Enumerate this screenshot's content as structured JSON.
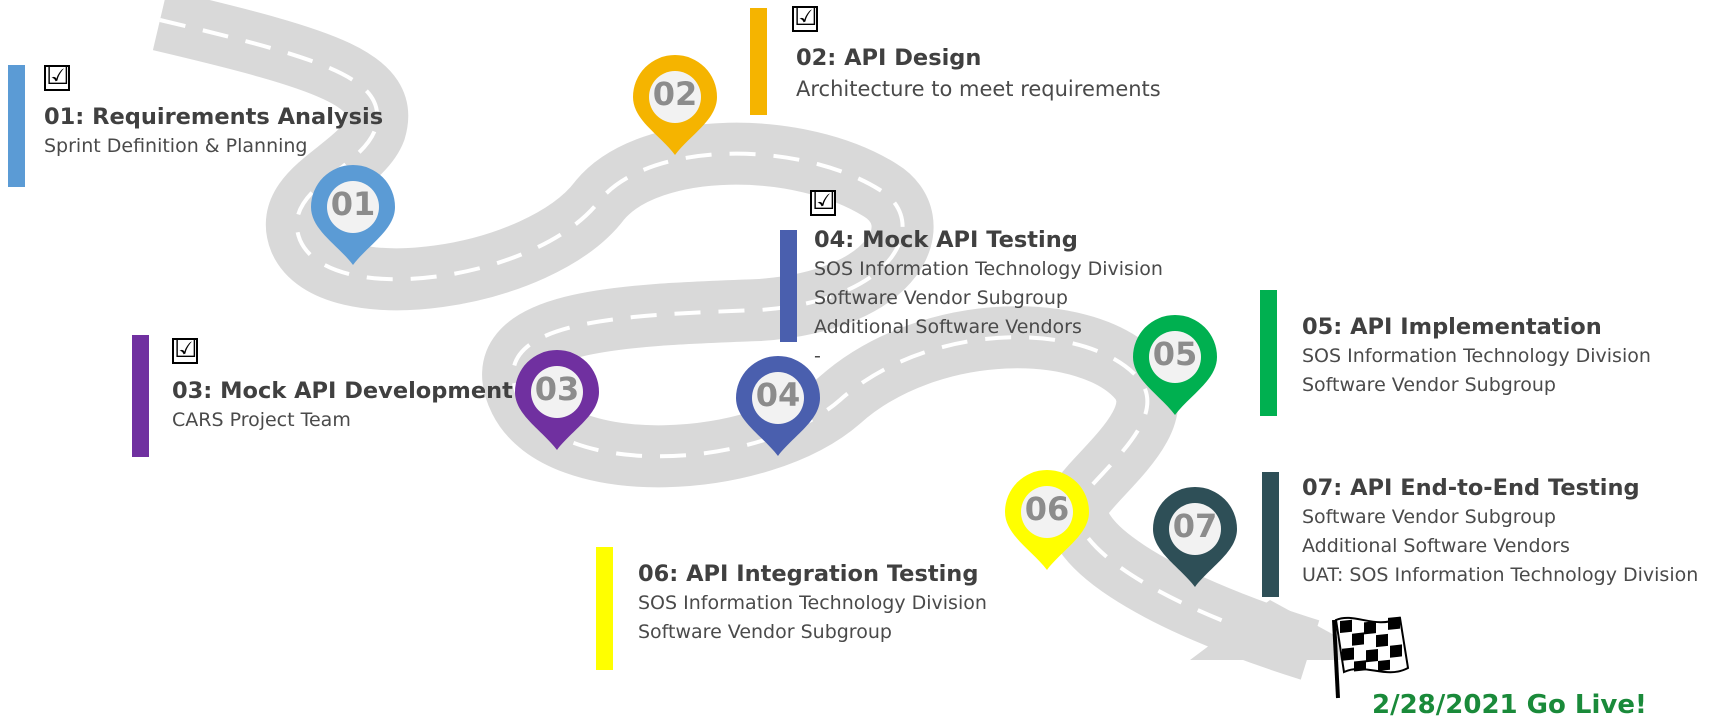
{
  "stages": [
    {
      "num": "01",
      "title": "01: Requirements Analysis",
      "lines": [
        "Sprint Definition & Planning"
      ],
      "color": "#5b9bd5",
      "checked": true,
      "check_mark": "☑"
    },
    {
      "num": "02",
      "title": "02: API Design",
      "lines": [
        "Architecture to meet requirements"
      ],
      "color": "#f5b400",
      "checked": true,
      "check_mark": "☑"
    },
    {
      "num": "03",
      "title": "03: Mock API Development",
      "lines": [
        "CARS Project Team"
      ],
      "color": "#7030a0",
      "checked": true,
      "check_mark": "☑"
    },
    {
      "num": "04",
      "title": "04: Mock API Testing",
      "lines": [
        "SOS Information Technology Division",
        "Software Vendor Subgroup",
        "Additional Software Vendors",
        "-"
      ],
      "color": "#4a5fae",
      "checked": true,
      "check_mark": "☑"
    },
    {
      "num": "05",
      "title": "05: API Implementation",
      "lines": [
        "SOS Information Technology Division",
        "Software Vendor Subgroup"
      ],
      "color": "#00b050",
      "checked": false
    },
    {
      "num": "06",
      "title": "06: API Integration Testing",
      "lines": [
        "SOS Information Technology Division",
        "Software Vendor Subgroup"
      ],
      "color": "#ffff00",
      "checked": false
    },
    {
      "num": "07",
      "title": "07: API End-to-End Testing",
      "lines": [
        "Software Vendor Subgroup",
        "Additional Software Vendors",
        "UAT: SOS Information Technology Division"
      ],
      "color": "#2e4f57",
      "checked": false
    }
  ],
  "go_live": "2/28/2021 Go Live!",
  "icons": {
    "finish": "checkered-flag-icon",
    "pin": "map-pin-icon",
    "checkbox": "checked-box-icon"
  },
  "colors": {
    "road": "#d9d9d9",
    "lane": "#ffffff",
    "go_live": "#1a8a3a"
  }
}
